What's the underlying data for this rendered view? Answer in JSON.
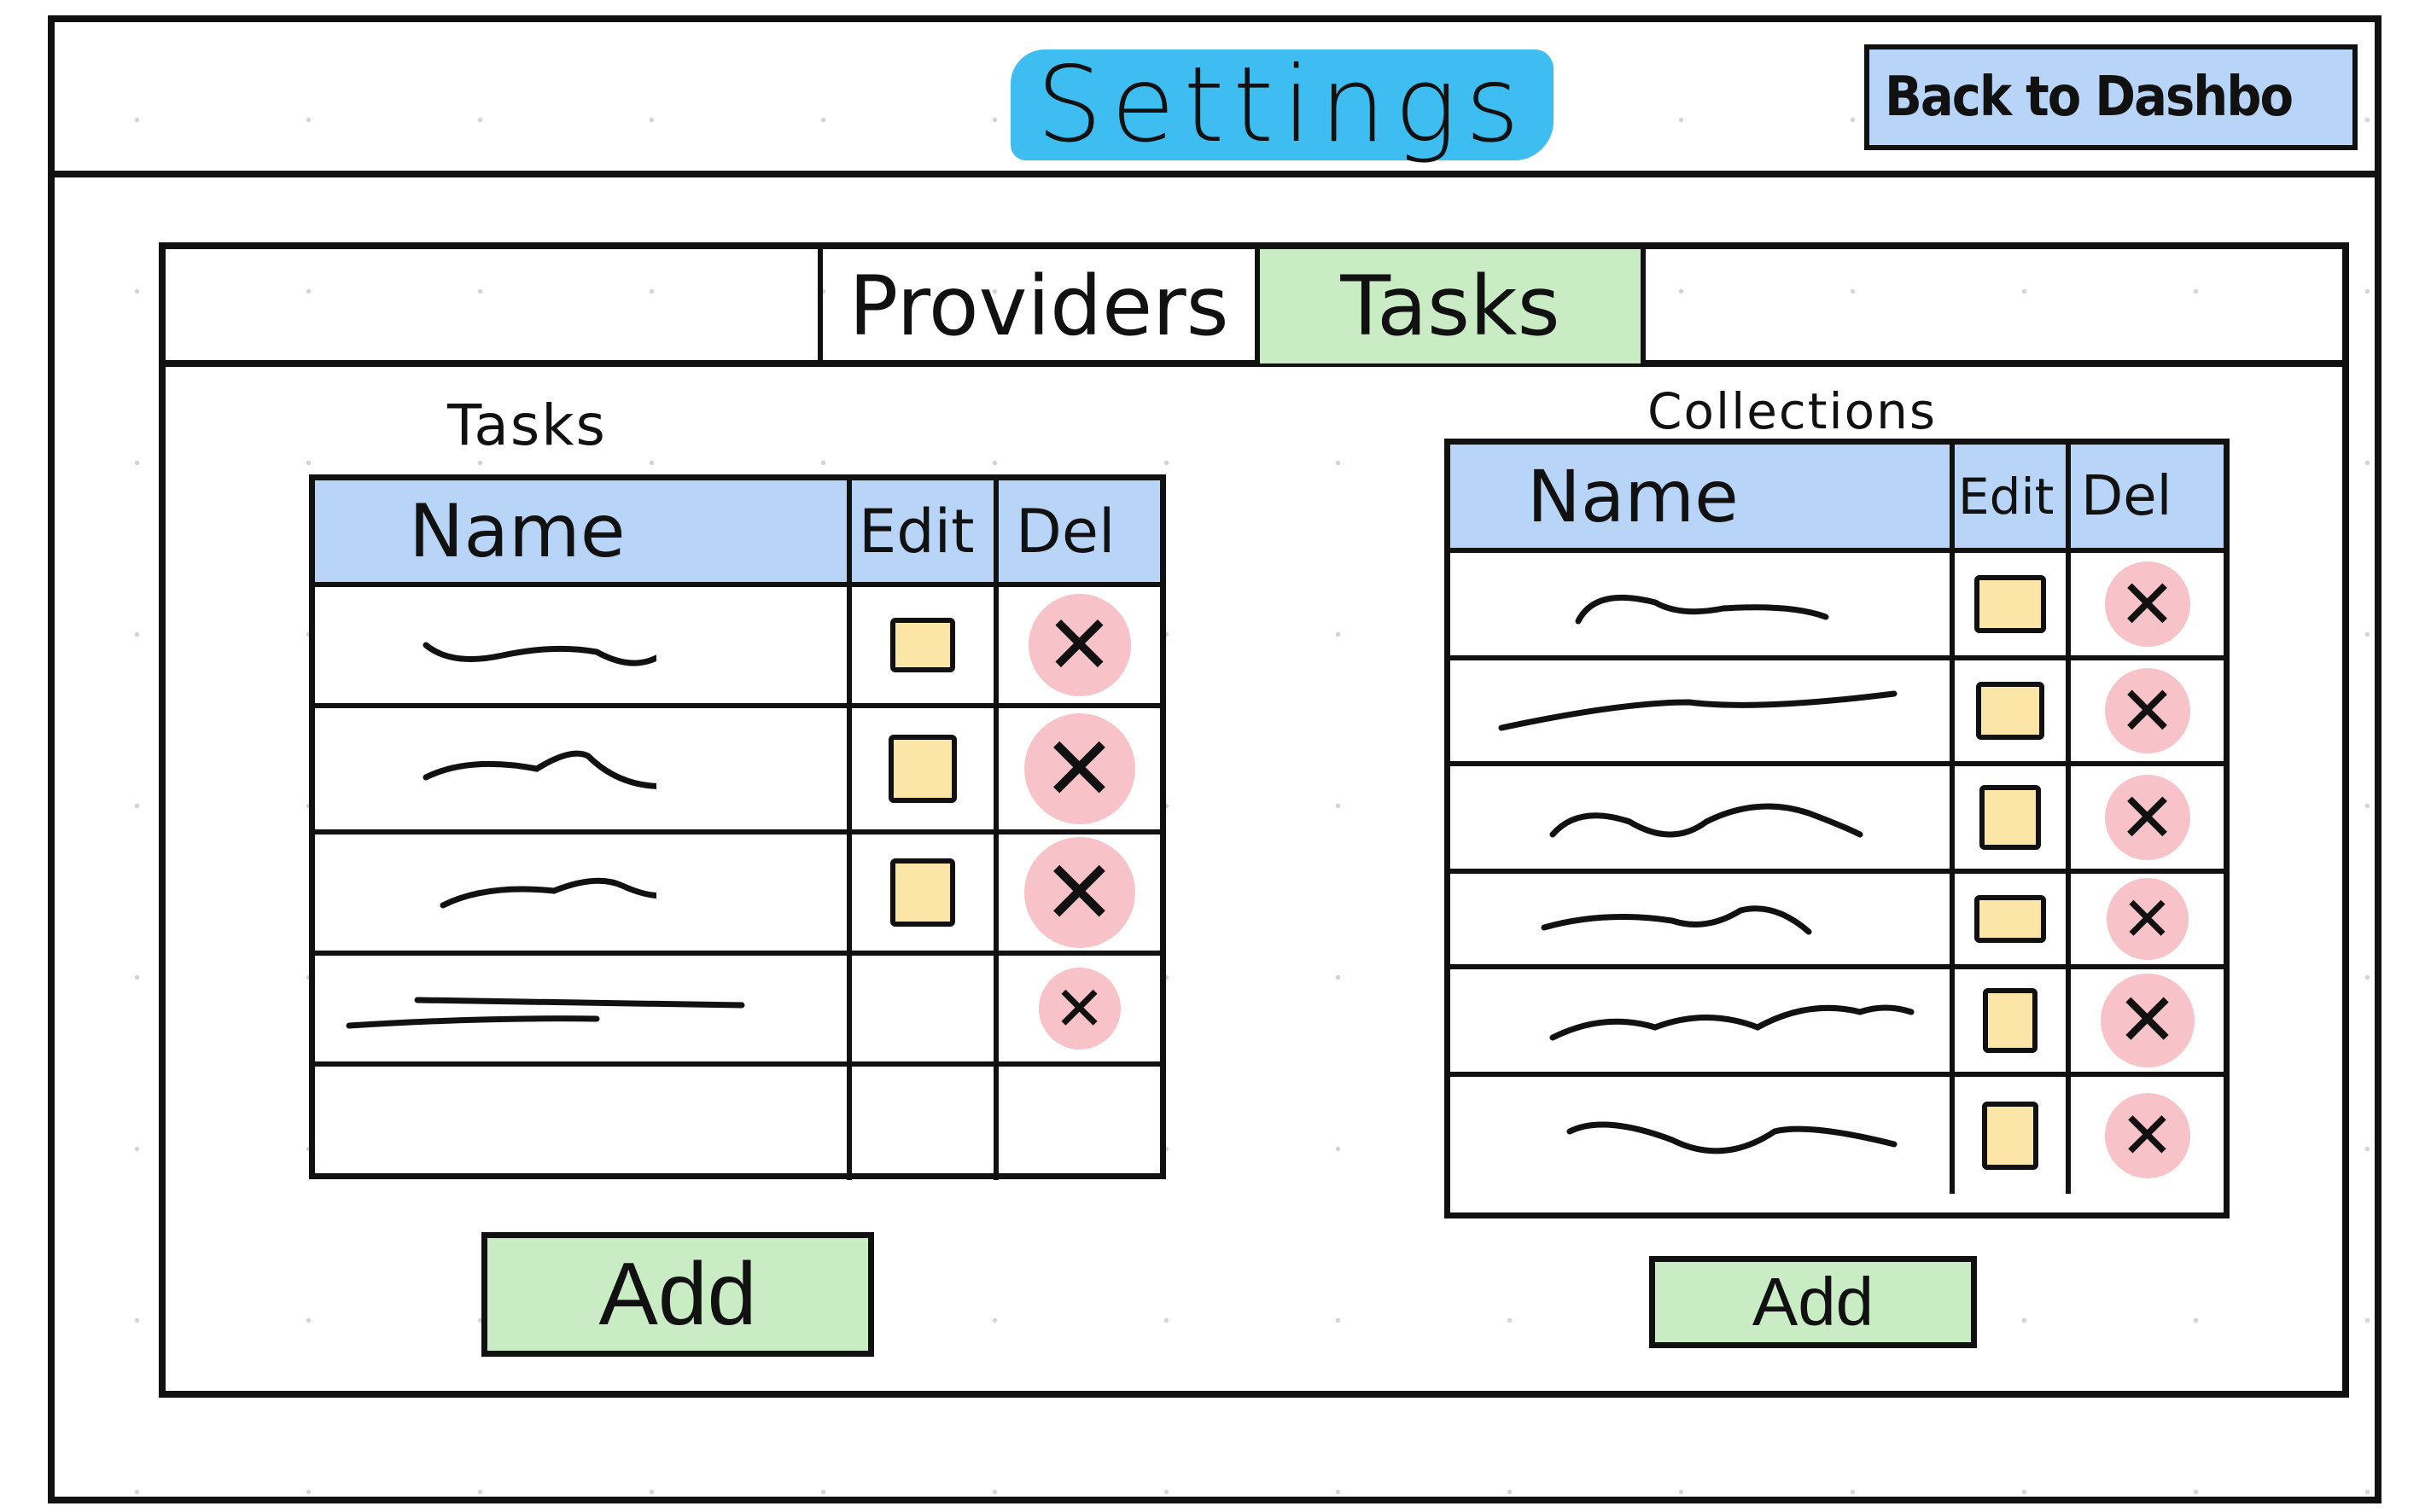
{
  "header": {
    "title": "Settings",
    "back_label": "Back to Dashbo"
  },
  "tabs": [
    {
      "label": "Providers",
      "active": false
    },
    {
      "label": "Tasks",
      "active": true
    }
  ],
  "tasks_section": {
    "label": "Tasks",
    "columns": [
      "Name",
      "Edit",
      "Del"
    ],
    "add_label": "Add"
  },
  "collections_section": {
    "label": "Collections",
    "columns": [
      "Name",
      "Edit",
      "Del"
    ],
    "add_label": "Add"
  },
  "icons": {
    "delete": "x-icon",
    "edit": "edit-square-icon"
  },
  "colors": {
    "title_highlight": "#3dbdf0",
    "header_blue": "#b8d4f7",
    "active_tab_green": "#c9ecc4",
    "edit_yellow": "#fbe6a8",
    "delete_red": "#f8c3c8"
  }
}
